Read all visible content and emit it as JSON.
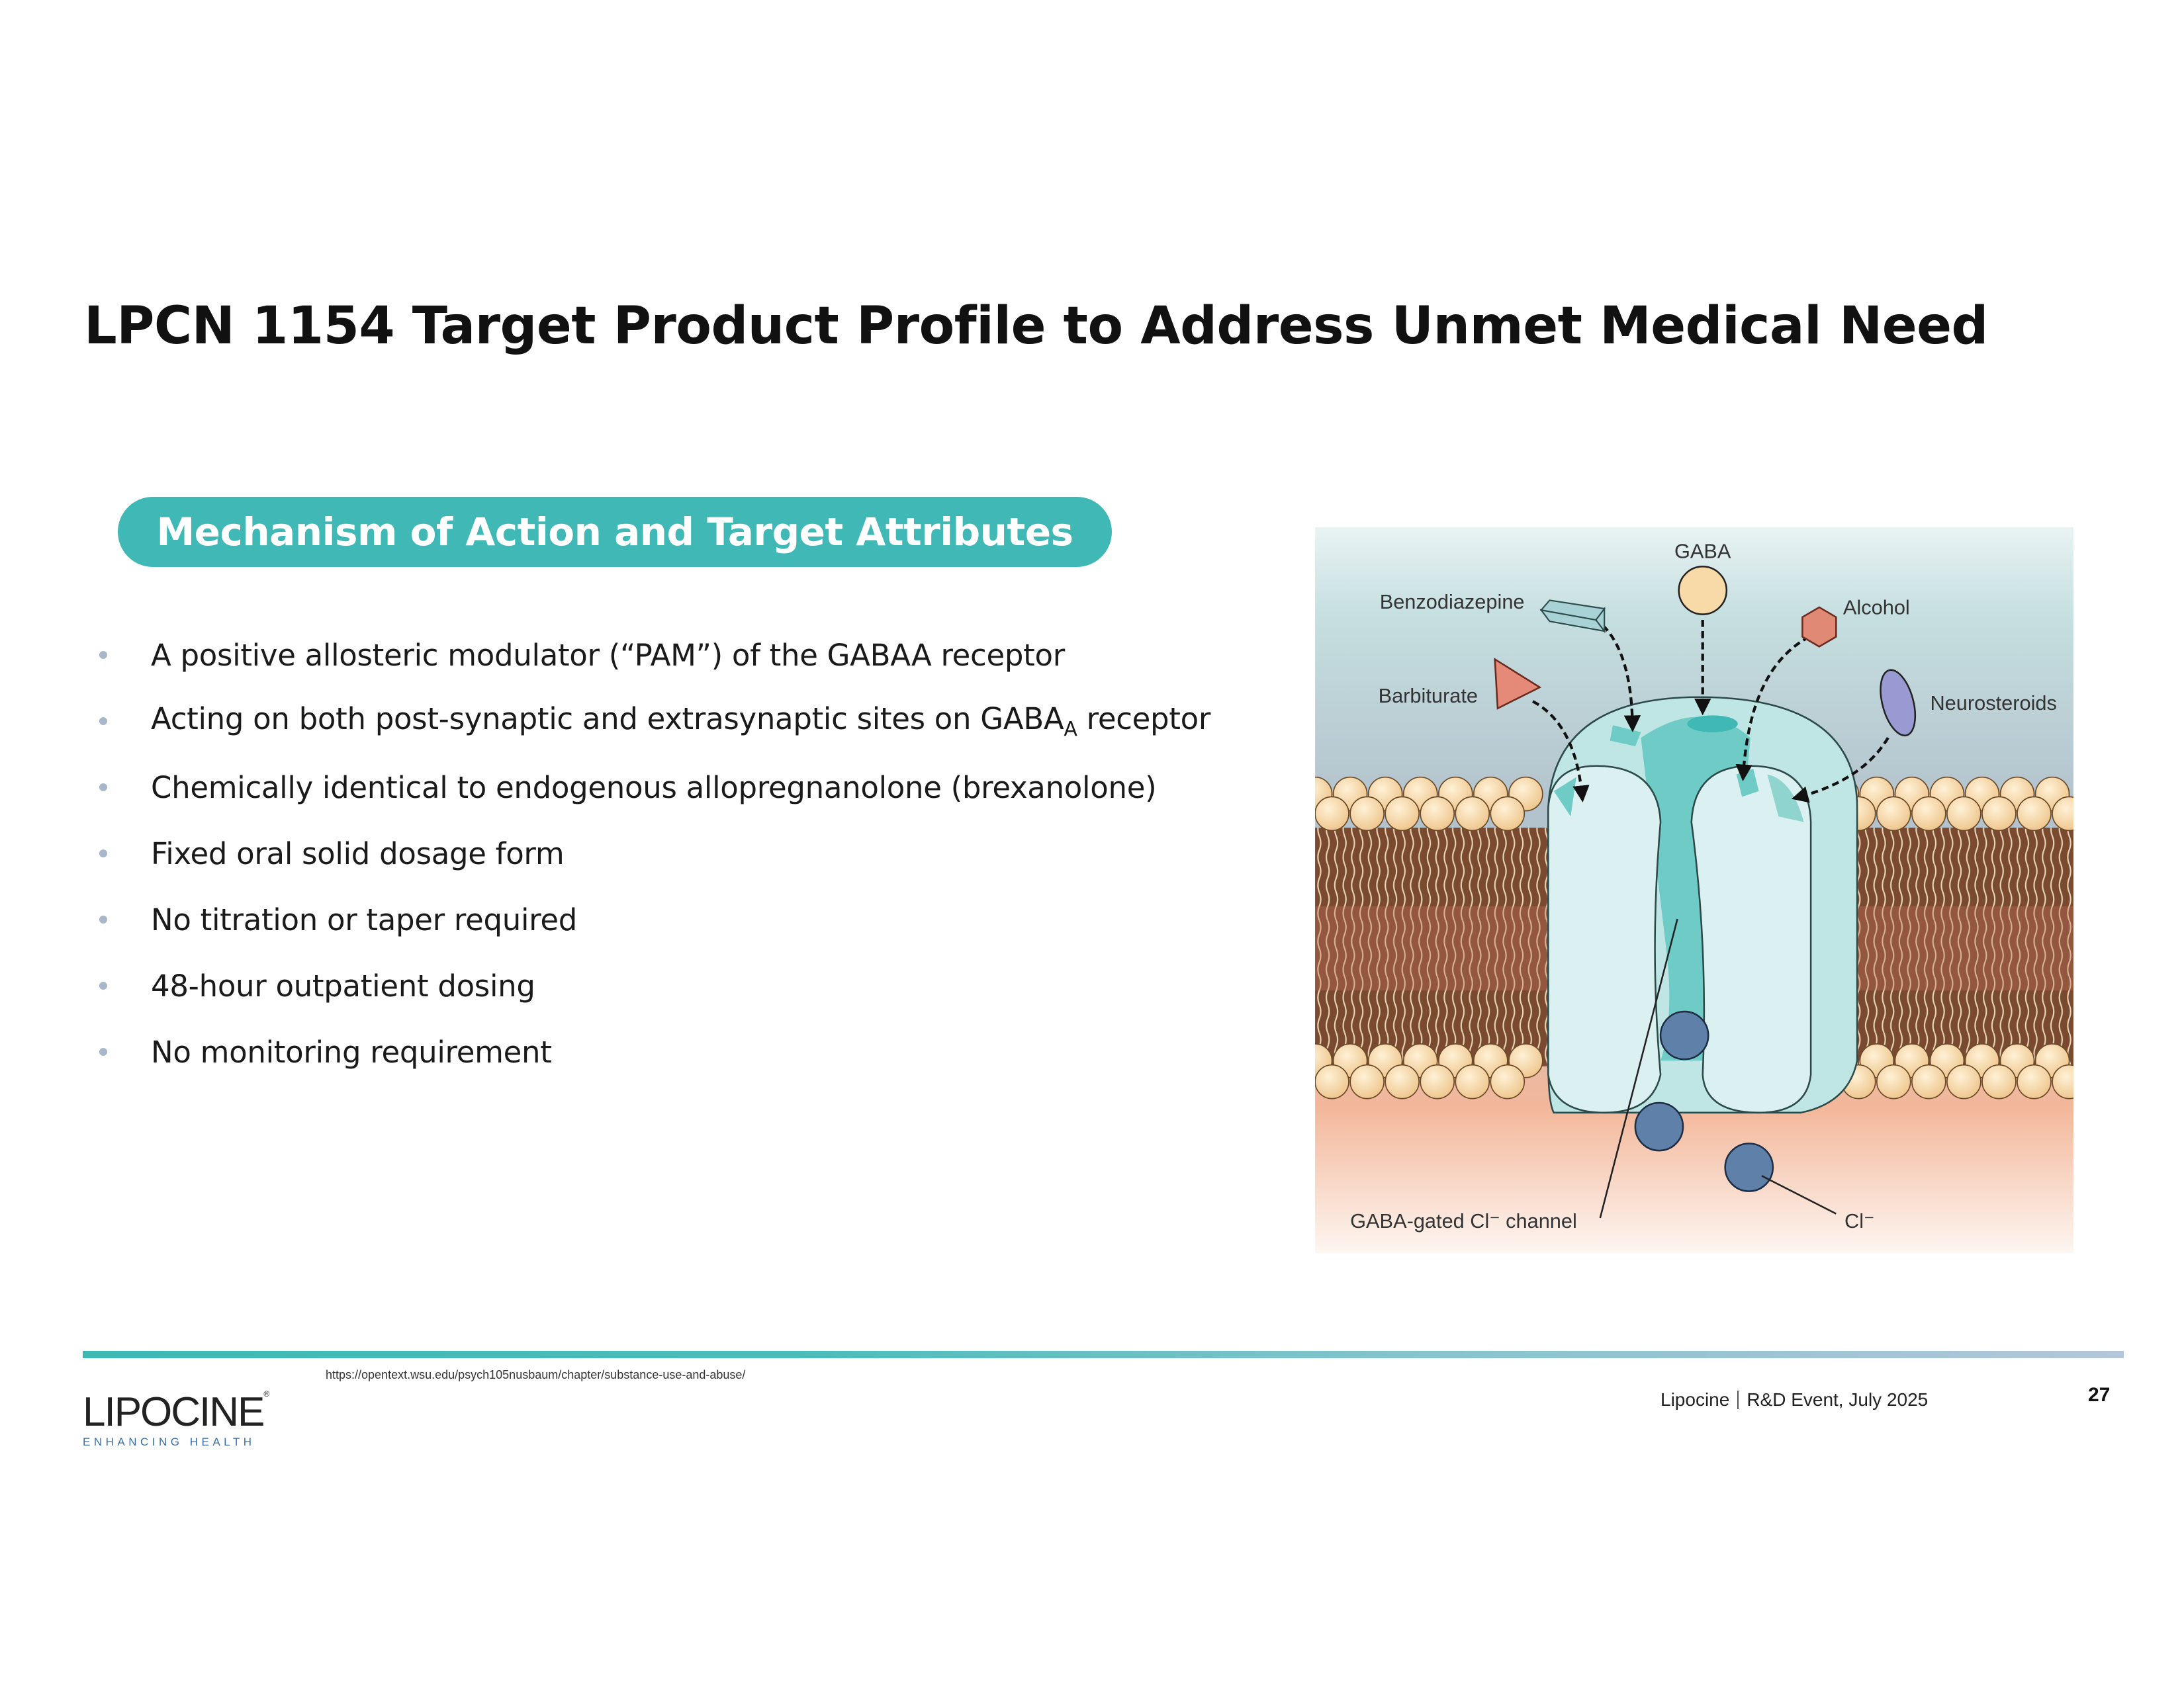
{
  "slide": {
    "title": "LPCN 1154 Target Product Profile to Address Unmet Medical Need",
    "section_header": "Mechanism of Action and Target Attributes",
    "bullets": [
      {
        "text": "A positive allosteric modulator (“PAM”) of the GABAA receptor"
      },
      {
        "pre": "Acting on both post-synaptic and extrasynaptic sites on GABA",
        "sub": "A",
        "post": " receptor"
      },
      {
        "text": "Chemically identical to endogenous allopregnanolone (brexanolone)"
      },
      {
        "text": "Fixed oral solid dosage form"
      },
      {
        "text": "No titration or taper required"
      },
      {
        "text": "48-hour outpatient dosing"
      },
      {
        "text": "No monitoring requirement"
      }
    ]
  },
  "diagram": {
    "labels": {
      "gaba": "GABA",
      "benzodiazepine": "Benzodiazepine",
      "alcohol": "Alcohol",
      "barbiturate": "Barbiturate",
      "neurosteroids": "Neurosteroids",
      "channel": "GABA-gated Cl⁻ channel",
      "chloride": "Cl⁻"
    },
    "colors": {
      "teal": "#3fb8b6",
      "lipid_head": "#f6d7a3",
      "ion": "#5f80a8"
    }
  },
  "footer": {
    "logo_word": "LIPOCINE",
    "logo_tagline": "ENHANCING HEALTH",
    "source_url": "https://opentext.wsu.edu/psych105nusbaum/chapter/substance-use-and-abuse/",
    "company": "Lipocine",
    "event": "R&D Event, July 2025",
    "page_number": "27"
  }
}
